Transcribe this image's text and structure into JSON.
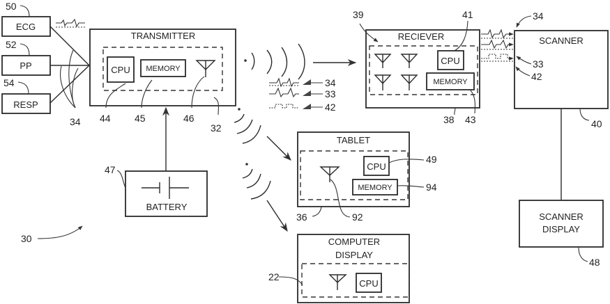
{
  "figure": {
    "system_ref": "30",
    "sensors": [
      {
        "label": "ECG",
        "ref": "50"
      },
      {
        "label": "PP",
        "ref": "52"
      },
      {
        "label": "RESP",
        "ref": "54"
      }
    ],
    "sensor_leads_ref": "34",
    "transmitter": {
      "title": "TRANSMITTER",
      "ref": "32",
      "cpu": {
        "label": "CPU",
        "ref": "44"
      },
      "memory": {
        "label": "MEMORY",
        "ref": "45"
      },
      "antenna_ref": "46"
    },
    "battery": {
      "label": "BATTERY",
      "ref": "47"
    },
    "signals": [
      {
        "name": "ecg-waveform",
        "ref": "34"
      },
      {
        "name": "pp-waveform",
        "ref": "33"
      },
      {
        "name": "resp-waveform",
        "ref": "42"
      }
    ],
    "receiver": {
      "title": "RECIEVER",
      "ref": "38",
      "antenna_array_ref": "39",
      "cpu": {
        "label": "CPU",
        "ref": "41"
      },
      "memory": {
        "label": "MEMORY",
        "ref": "43"
      }
    },
    "scanner": {
      "title": "SCANNER",
      "ref": "40",
      "signal_refs": [
        "34",
        "33",
        "42"
      ]
    },
    "scanner_display": {
      "title_line1": "SCANNER",
      "title_line2": "DISPLAY",
      "ref": "48"
    },
    "tablet": {
      "title": "TABLET",
      "ref": "36",
      "cpu": {
        "label": "CPU",
        "ref": "49"
      },
      "memory": {
        "label": "MEMORY",
        "ref": "94"
      },
      "antenna_ref": "92"
    },
    "computer_display": {
      "title_line1": "COMPUTER",
      "title_line2": "DISPLAY",
      "ref": "22",
      "cpu": {
        "label": "CPU"
      }
    }
  }
}
